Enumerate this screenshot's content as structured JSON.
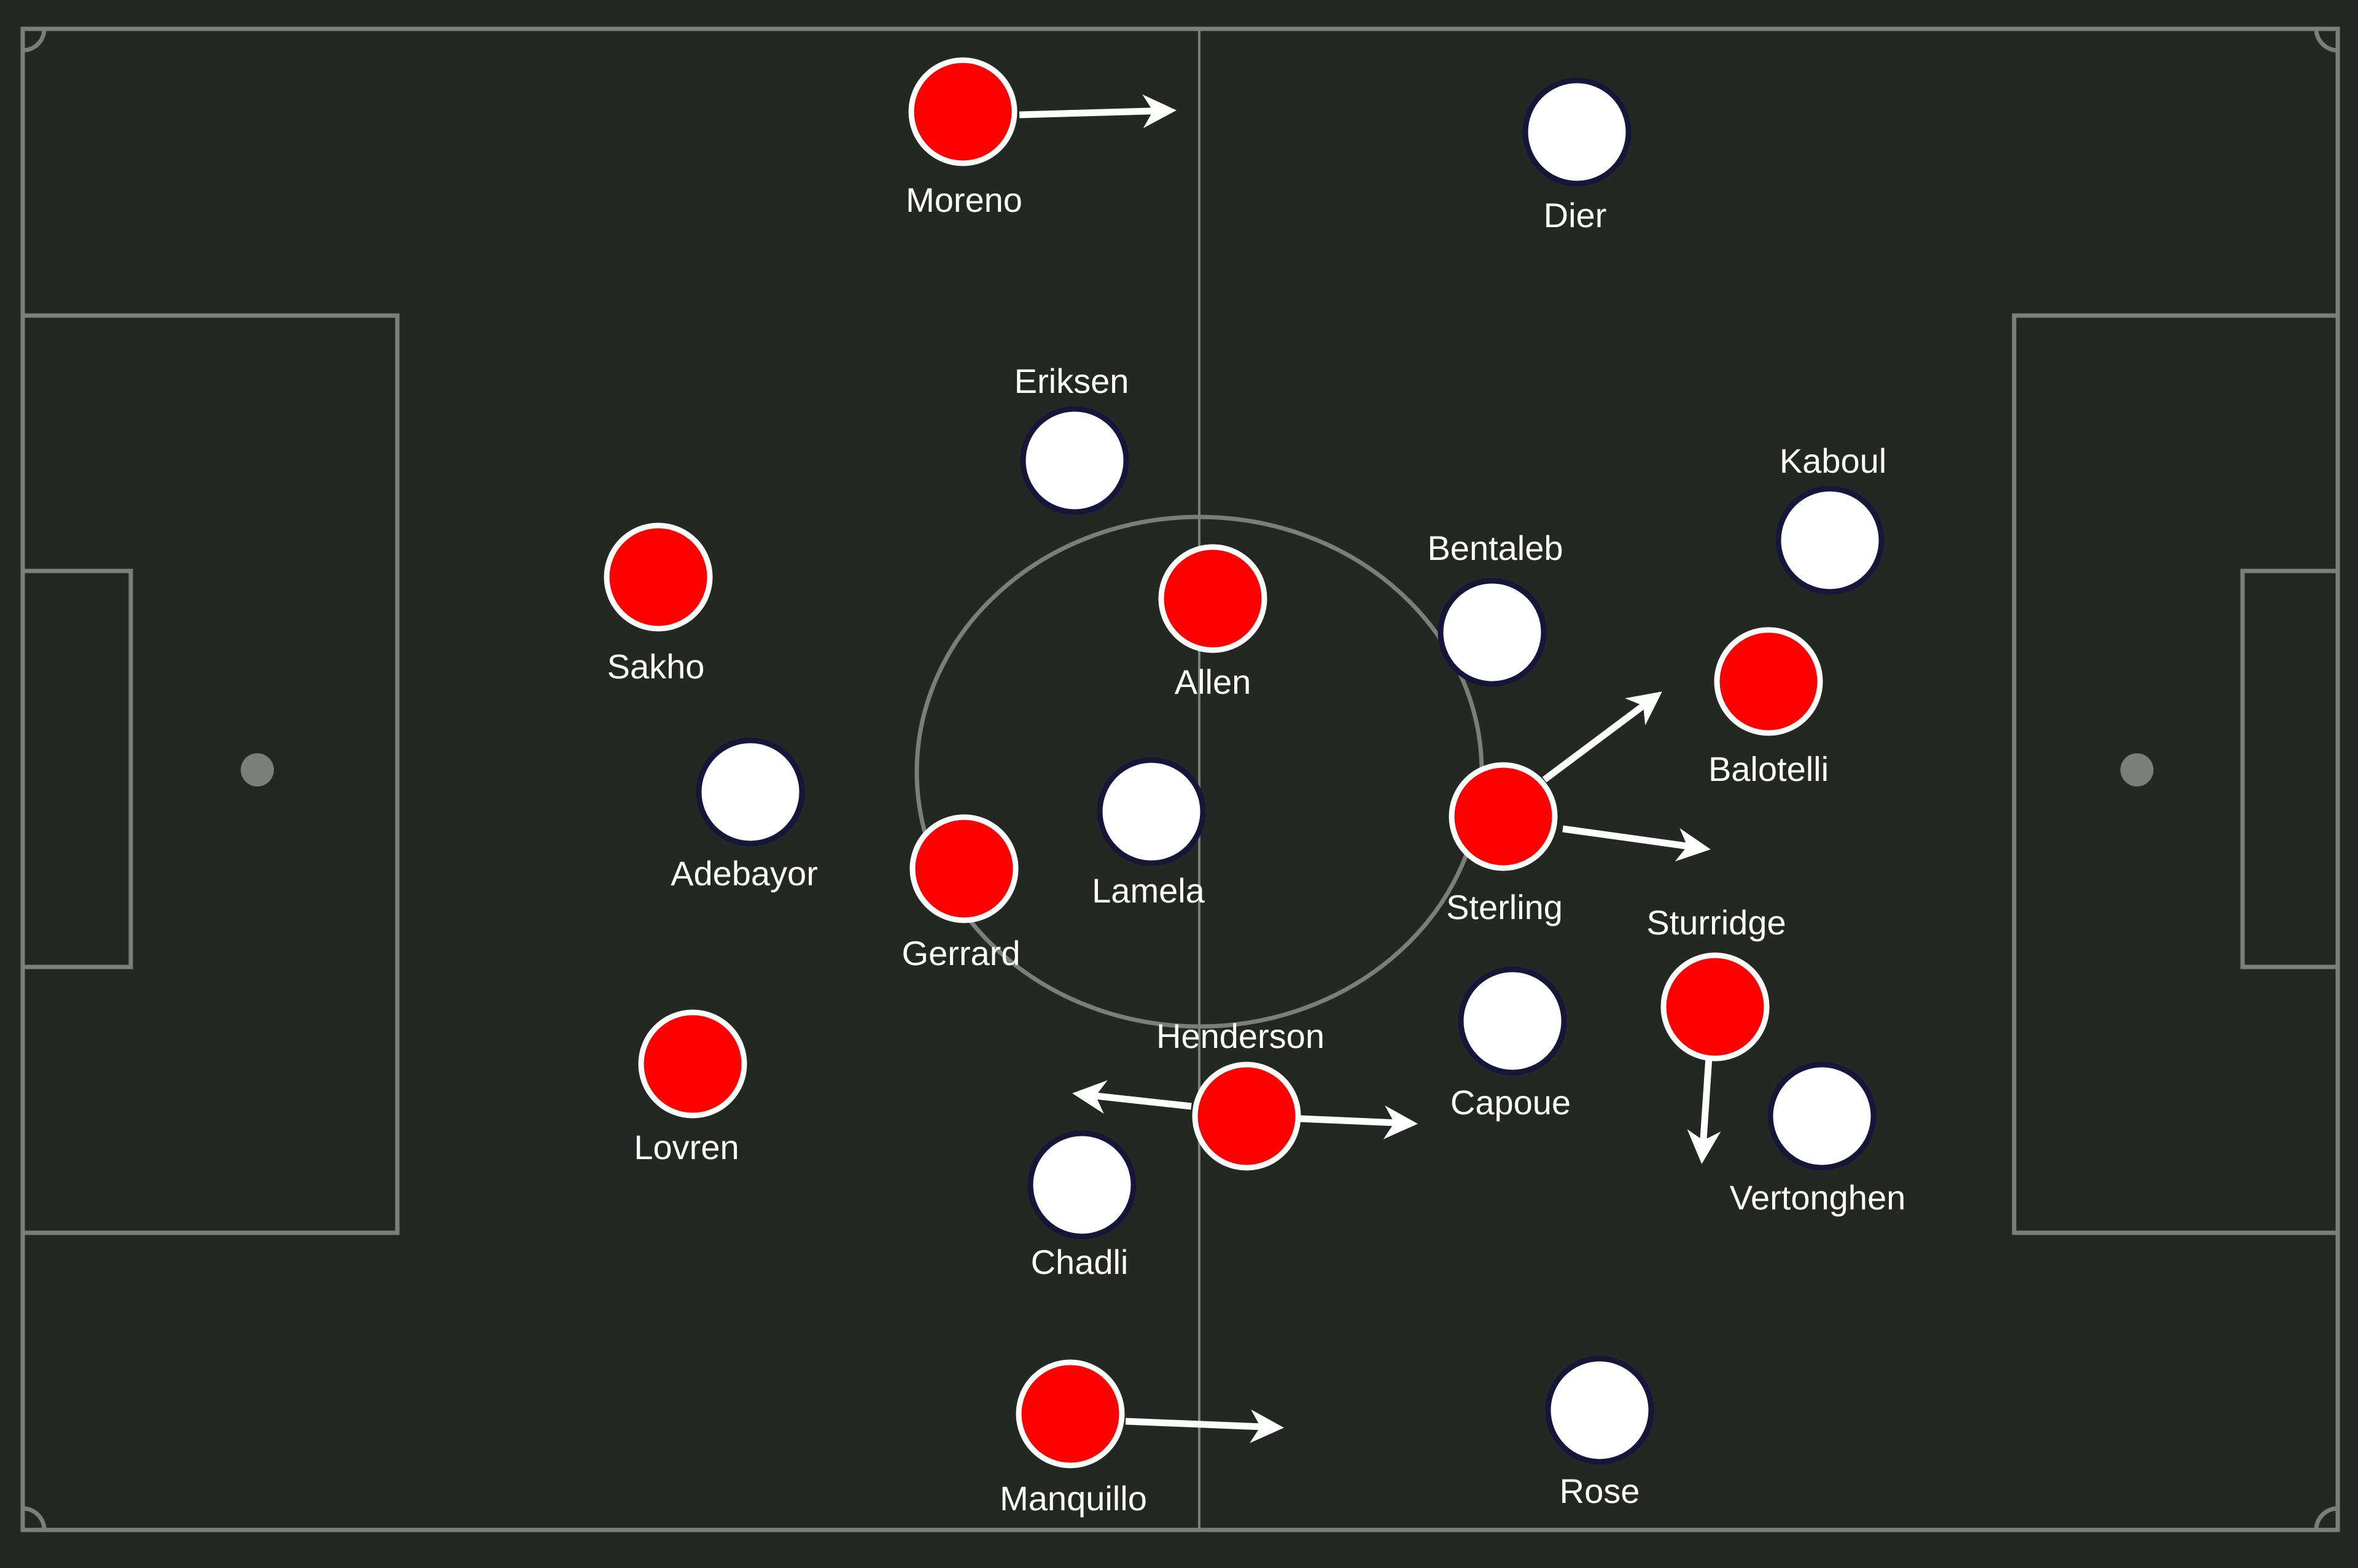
{
  "colors": {
    "pitch": "#232823",
    "lines": "#7b7f79",
    "team_red": "#ff0000",
    "team_white": "#ffffff",
    "white_outline": "#16163a",
    "red_outline": "#ffffff",
    "arrow": "#ffffff",
    "label": "#ffffff"
  },
  "players": [
    {
      "name": "Moreno",
      "team": "red"
    },
    {
      "name": "Dier",
      "team": "white"
    },
    {
      "name": "Eriksen",
      "team": "white"
    },
    {
      "name": "Kaboul",
      "team": "white"
    },
    {
      "name": "Sakho",
      "team": "red"
    },
    {
      "name": "Allen",
      "team": "red"
    },
    {
      "name": "Bentaleb",
      "team": "white"
    },
    {
      "name": "Balotelli",
      "team": "red"
    },
    {
      "name": "Adebayor",
      "team": "white"
    },
    {
      "name": "Lamela",
      "team": "white"
    },
    {
      "name": "Gerrard",
      "team": "red"
    },
    {
      "name": "Sterling",
      "team": "red"
    },
    {
      "name": "Sturridge",
      "team": "red"
    },
    {
      "name": "Capoue",
      "team": "white"
    },
    {
      "name": "Lovren",
      "team": "red"
    },
    {
      "name": "Henderson",
      "team": "red"
    },
    {
      "name": "Vertonghen",
      "team": "white"
    },
    {
      "name": "Chadli",
      "team": "white"
    },
    {
      "name": "Manquillo",
      "team": "red"
    },
    {
      "name": "Rose",
      "team": "white"
    }
  ]
}
